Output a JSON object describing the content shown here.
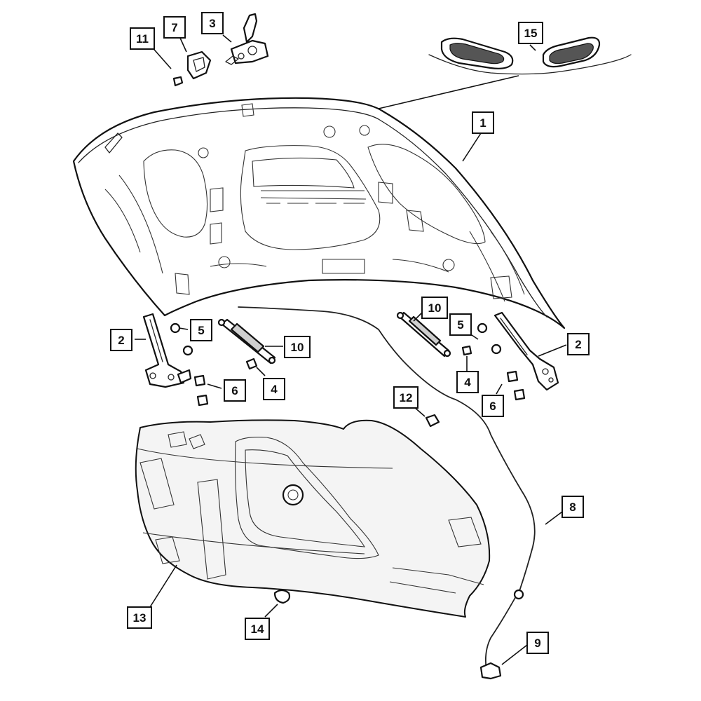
{
  "diagram": {
    "callouts": [
      {
        "id": "c1",
        "label": "1"
      },
      {
        "id": "c2a",
        "label": "2"
      },
      {
        "id": "c2b",
        "label": "2"
      },
      {
        "id": "c3",
        "label": "3"
      },
      {
        "id": "c4a",
        "label": "4"
      },
      {
        "id": "c4b",
        "label": "4"
      },
      {
        "id": "c5a",
        "label": "5"
      },
      {
        "id": "c5b",
        "label": "5"
      },
      {
        "id": "c6a",
        "label": "6"
      },
      {
        "id": "c6b",
        "label": "6"
      },
      {
        "id": "c7",
        "label": "7"
      },
      {
        "id": "c8",
        "label": "8"
      },
      {
        "id": "c9",
        "label": "9"
      },
      {
        "id": "c10a",
        "label": "10"
      },
      {
        "id": "c10b",
        "label": "10"
      },
      {
        "id": "c11",
        "label": "11"
      },
      {
        "id": "c12",
        "label": "12"
      },
      {
        "id": "c13",
        "label": "13"
      },
      {
        "id": "c14",
        "label": "14"
      },
      {
        "id": "c15",
        "label": "15"
      }
    ],
    "colors": {
      "line": "#111111",
      "background": "#ffffff",
      "fill": "#f4f4f4"
    }
  }
}
